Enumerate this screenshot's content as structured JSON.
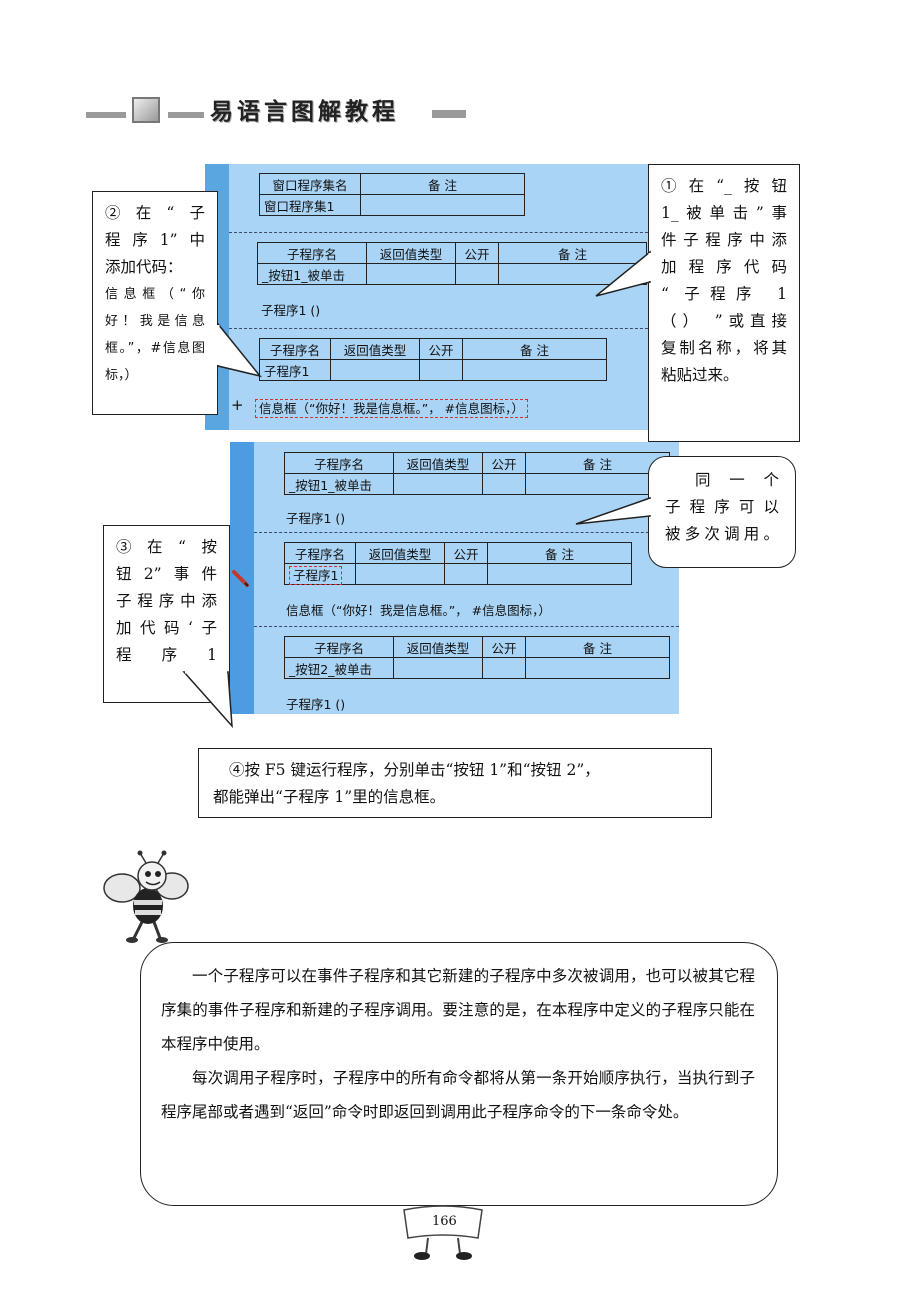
{
  "header": {
    "title": "易语言图解教程"
  },
  "panel1": {
    "table1": {
      "headers": [
        "窗口程序集名",
        "备 注"
      ],
      "row": [
        "窗口程序集1",
        ""
      ]
    },
    "table2": {
      "headers": [
        "子程序名",
        "返回值类型",
        "公开",
        "备 注"
      ],
      "row": [
        "_按钮1_被单击",
        "",
        "",
        ""
      ]
    },
    "call": "子程序1 ()",
    "table3": {
      "headers": [
        "子程序名",
        "返回值类型",
        "公开",
        "备 注"
      ],
      "row": [
        "子程序1",
        "",
        "",
        ""
      ]
    },
    "plus": "+",
    "code": "信息框（“你好！我是信息框。”， #信息图标，）"
  },
  "panel2": {
    "table1": {
      "headers": [
        "子程序名",
        "返回值类型",
        "公开",
        "备 注"
      ],
      "row": [
        "_按钮1_被单击",
        "",
        "",
        ""
      ]
    },
    "call1": "子程序1 ()",
    "table2": {
      "headers": [
        "子程序名",
        "返回值类型",
        "公开",
        "备 注"
      ],
      "row": [
        "子程序1",
        "",
        "",
        ""
      ]
    },
    "code": "信息框（“你好！我是信息框。”， #信息图标，）",
    "table3": {
      "headers": [
        "子程序名",
        "返回值类型",
        "公开",
        "备 注"
      ],
      "row": [
        "_按钮2_被单击",
        "",
        "",
        ""
      ]
    },
    "call2": "子程序1 ()"
  },
  "callouts": {
    "c1": [
      "①在“_按钮",
      "1_被单击”事",
      "件子程序中添",
      "加程序代码",
      "“ 子程序 1",
      "（） ”或直接",
      "复制名称，将其",
      "粘贴过来。"
    ],
    "c2_lines": [
      "②在“子",
      "程序1”中",
      "添加代码："
    ],
    "c2_code": [
      "信息框（“你",
      "好！我是信息",
      "框。”，#信息图",
      "标，）"
    ],
    "c3": [
      "③在“按",
      "钮2”事件",
      "子程序中添",
      "加代码‘子",
      "程 序 1"
    ],
    "c_same": [
      "同 一 个",
      "子程序可以",
      "被多次调用。"
    ]
  },
  "step4": [
    "④按 F5 键运行程序，分别单击“按钮 1”和“按钮 2”，",
    "都能弹出“子程序 1”里的信息框。"
  ],
  "note": {
    "p1": "一个子程序可以在事件子程序和其它新建的子程序中多次被调用，也可以被其它程序集的事件子程序和新建的子程序调用。要注意的是，在本程序中定义的子程序只能在本程序中使用。",
    "p2": "每次调用子程序时，子程序中的所有命令都将从第一条开始顺序执行，当执行到子程序尾部或者遇到“返回”命令时即返回到调用此子程序命令的下一条命令处。"
  },
  "page_number": "166"
}
